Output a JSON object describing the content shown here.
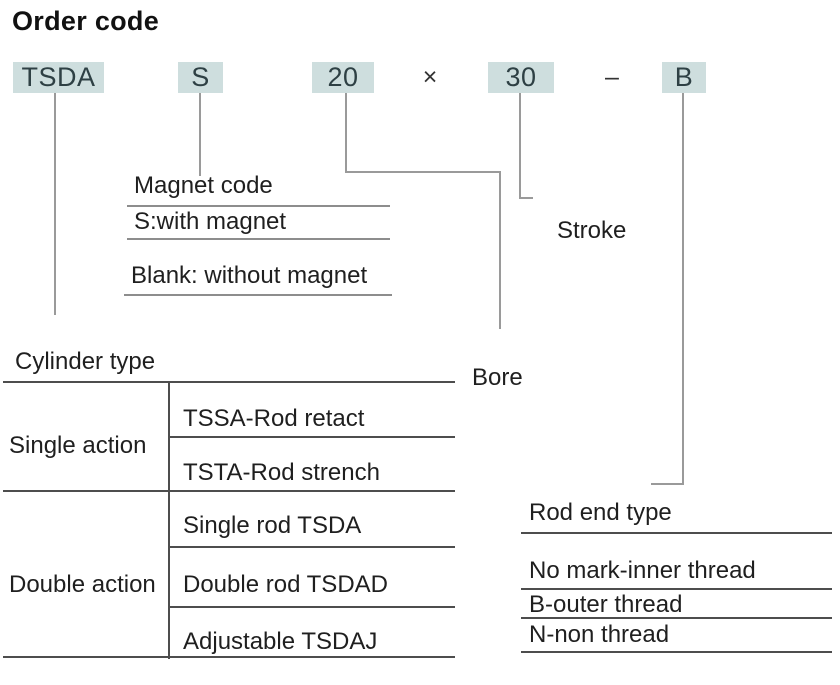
{
  "title": "Order code",
  "order_code": {
    "segments": [
      {
        "text": "TSDA",
        "boxed": true
      },
      {
        "text": "S",
        "boxed": true
      },
      {
        "text": "20",
        "boxed": true
      },
      {
        "text": "×",
        "boxed": false
      },
      {
        "text": "30",
        "boxed": true
      },
      {
        "text": "–",
        "boxed": false
      },
      {
        "text": "B",
        "boxed": true
      }
    ]
  },
  "magnet_code": {
    "title": "Magnet code",
    "option_with": "S:with magnet",
    "option_without": "Blank: without magnet"
  },
  "stroke": {
    "label": "Stroke"
  },
  "bore": {
    "label": "Bore"
  },
  "cylinder_type": {
    "title": "Cylinder type",
    "single_action": {
      "label": "Single action",
      "items": [
        "TSSA-Rod retact",
        "TSTA-Rod strench"
      ]
    },
    "double_action": {
      "label": "Double action",
      "items": [
        "Single rod TSDA",
        "Double rod TSDAD",
        "Adjustable TSDAJ"
      ]
    }
  },
  "rod_end_type": {
    "title": "Rod end type",
    "options": [
      "No mark-inner thread",
      "B-outer thread",
      "N-non thread"
    ]
  },
  "colors": {
    "code_box_fill": "#cedede",
    "code_box_text": "#2e4044",
    "leader_line": "#9a9a9a",
    "underline": "#8d8d8d",
    "table_line": "#4d4d4d",
    "text": "#1f1f1f",
    "background": "#ffffff"
  }
}
